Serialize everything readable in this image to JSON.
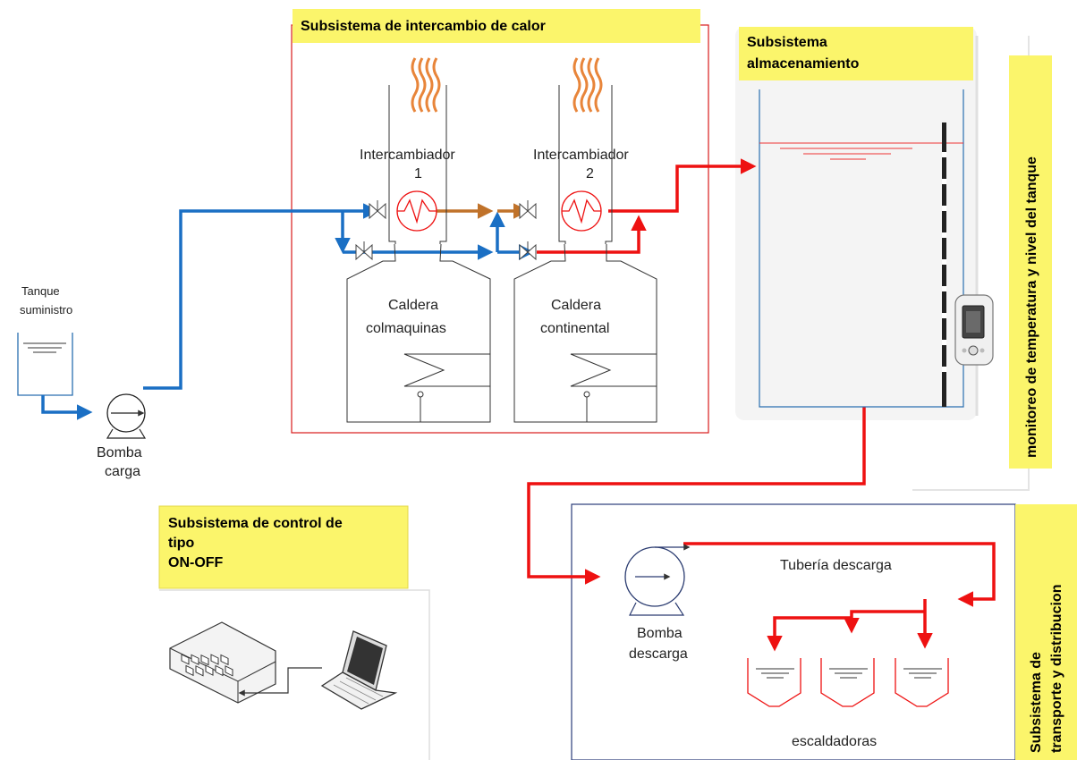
{
  "subsystems": {
    "heat_exchange": "Subsistema de intercambio de calor",
    "storage_line1": "Subsistema",
    "storage_line2": "almacenamiento",
    "control_line1": "Subsistema de control de",
    "control_line2": "tipo",
    "control_line3": "ON-OFF",
    "monitoring": "monitoreo de temperatura y nivel del tanque",
    "transport_line1": "Subsistema de",
    "transport_line2": "transporte y distribucion"
  },
  "labels": {
    "supply_tank_line1": "Tanque",
    "supply_tank_line2": "suministro",
    "charge_pump_line1": "Bomba",
    "charge_pump_line2": "carga",
    "exchanger1_line1": "Intercambiador",
    "exchanger1_line2": "1",
    "exchanger2_line1": "Intercambiador",
    "exchanger2_line2": "2",
    "boiler1_line1": "Caldera",
    "boiler1_line2": "colmaquinas",
    "boiler2_line1": "Caldera",
    "boiler2_line2": "continental",
    "discharge_pump_line1": "Bomba",
    "discharge_pump_line2": "descarga",
    "discharge_pipe": "Tubería descarga",
    "scalders": "escaldadoras"
  },
  "colors": {
    "cold_water": "#1a6fc4",
    "hot_water": "#ee1111",
    "warm_water": "#c0722a",
    "highlight_box": "#fbf56b",
    "frame_red": "#d81b1b",
    "frame_navy": "#2b3d7a",
    "flame": "#e8853a"
  }
}
